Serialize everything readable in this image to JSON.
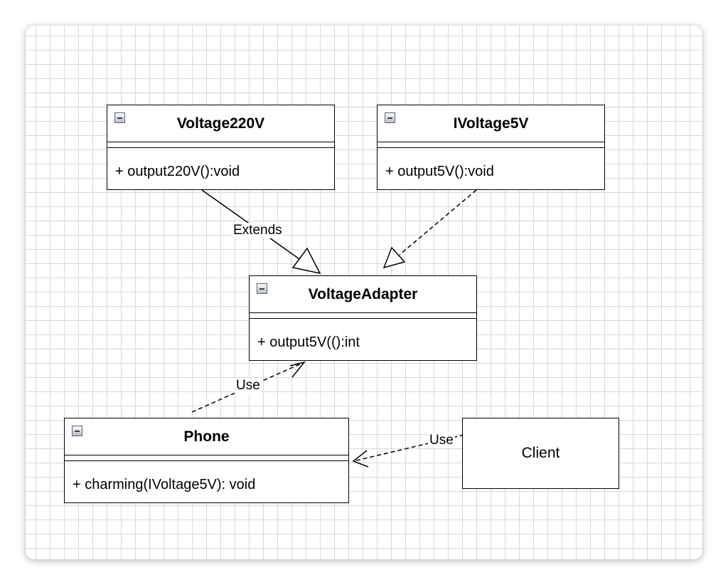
{
  "classes": {
    "voltage220v": {
      "name": "Voltage220V",
      "member": "+ output220V():void"
    },
    "ivoltage5v": {
      "name": "IVoltage5V",
      "member": "+ output5V():void"
    },
    "voltage_adapter": {
      "name": "VoltageAdapter",
      "member": "+ output5V(():int"
    },
    "phone": {
      "name": "Phone",
      "member": "+ charming(IVoltage5V): void"
    },
    "client": {
      "name": "Client"
    }
  },
  "relations": {
    "extends_label": "Extends",
    "use_adapter_label": "Use",
    "use_phone_label": "Use"
  },
  "colors": {
    "grid": "#d8d8d8",
    "line": "#000000",
    "background": "#ffffff"
  }
}
